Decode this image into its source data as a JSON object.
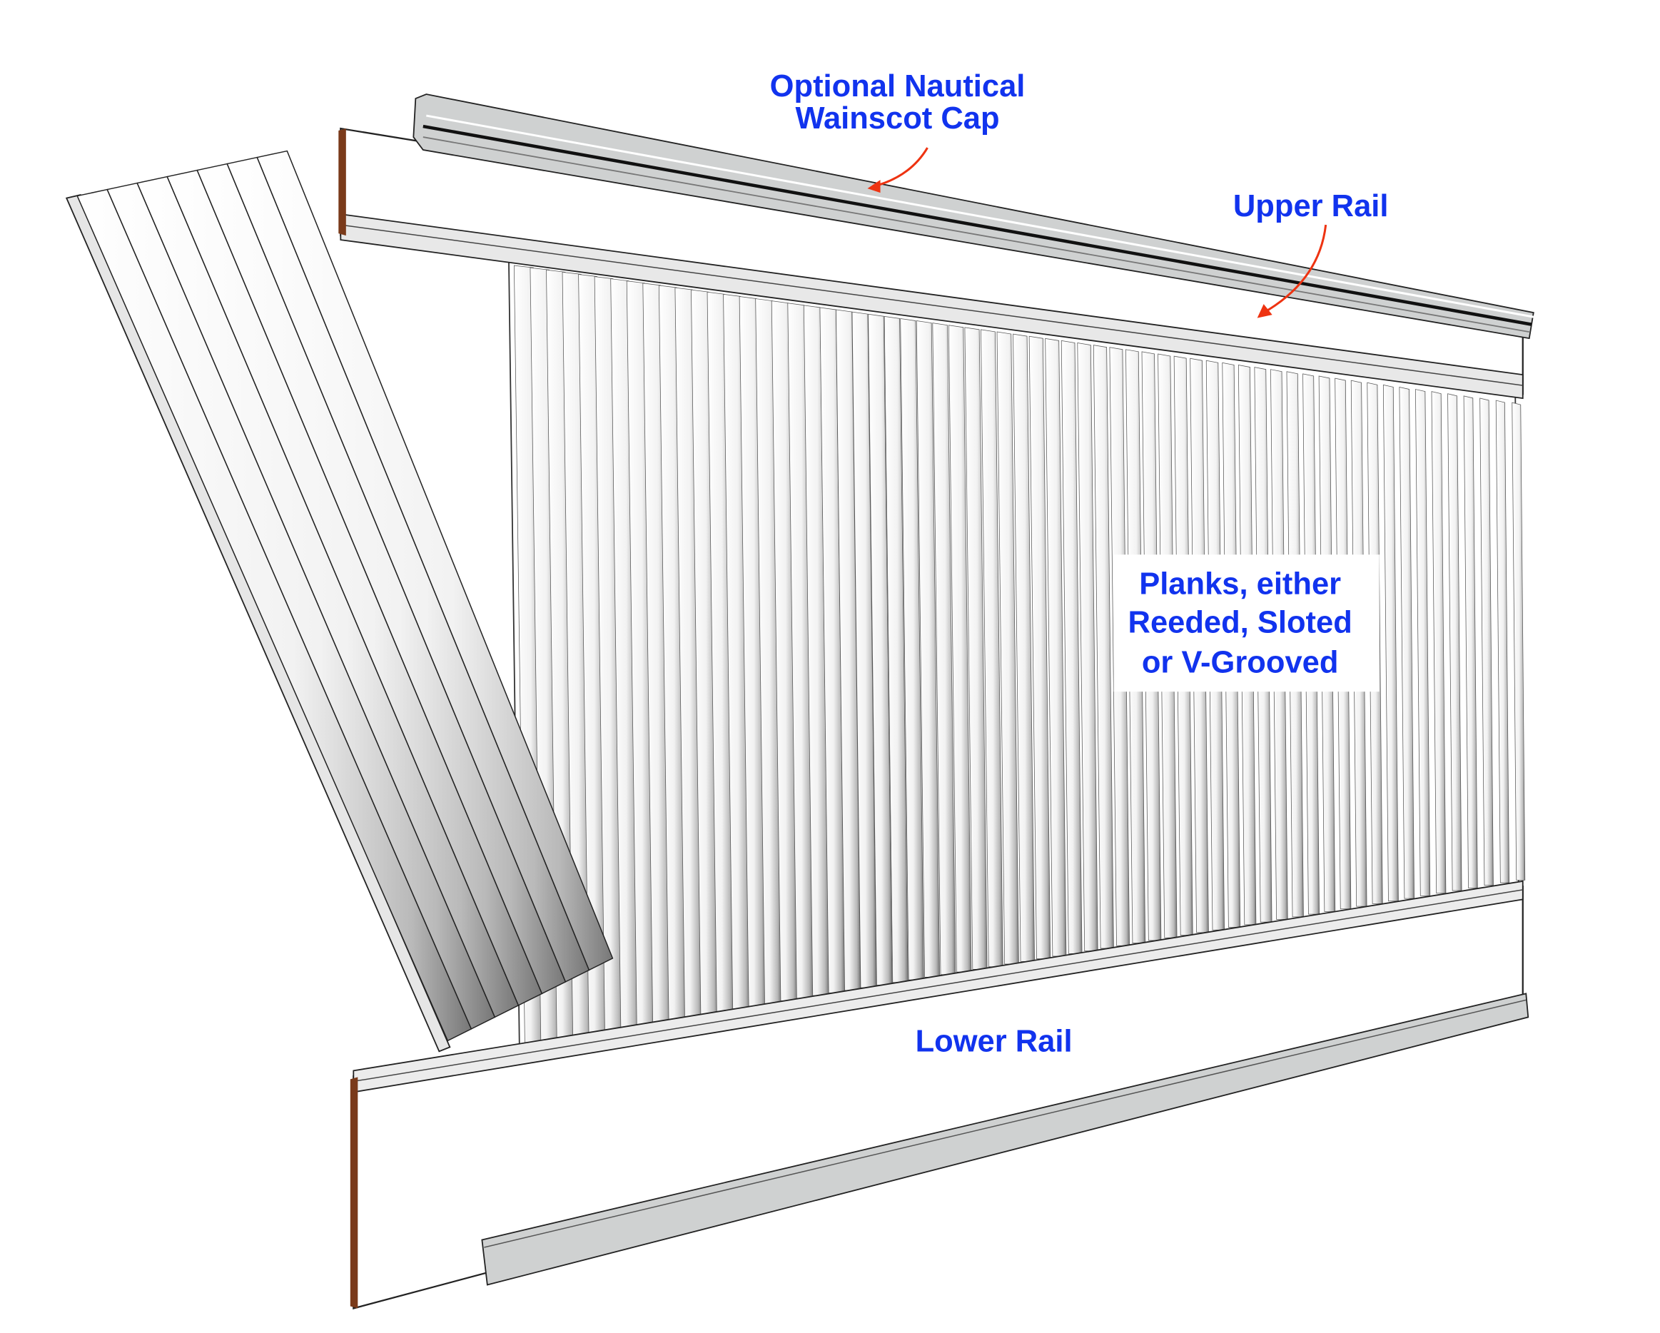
{
  "labels": {
    "cap_line1": "Optional Nautical",
    "cap_line2": "Wainscot Cap",
    "upper_rail": "Upper Rail",
    "planks_line1": "Planks, either",
    "planks_line2": "Reeded, Sloted",
    "planks_line3": "or V-Grooved",
    "lower_rail": "Lower Rail"
  },
  "colors": {
    "label": "#1133ee",
    "arrow": "#ee3311",
    "wood_end": "#7a3a1a",
    "molding": "#cfd1d1"
  }
}
